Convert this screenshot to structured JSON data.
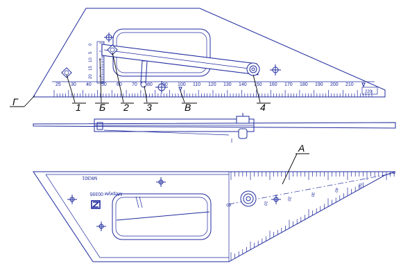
{
  "callouts": {
    "c1": "1",
    "c2": "2",
    "c3": "3",
    "c4": "4",
    "cB_soft": "Б",
    "cV": "В",
    "cG": "Г",
    "cA": "А"
  },
  "top_view": {
    "main_scale": [
      "25",
      "30",
      "40",
      "50",
      "60",
      "70",
      "80",
      "90",
      "100",
      "110",
      "120",
      "130",
      "140",
      "150",
      "160",
      "170",
      "180",
      "190",
      "200",
      "210"
    ],
    "main_scale_end": "220",
    "vertical_scale": [
      "0",
      "5",
      "10",
      "15",
      "20"
    ]
  },
  "bottom_view": {
    "marking_1": "МК301",
    "marking_2": "Меркум 00395",
    "slope_scale": [
      "10",
      "20",
      "30",
      "40",
      "50"
    ],
    "slider_value": "60"
  }
}
